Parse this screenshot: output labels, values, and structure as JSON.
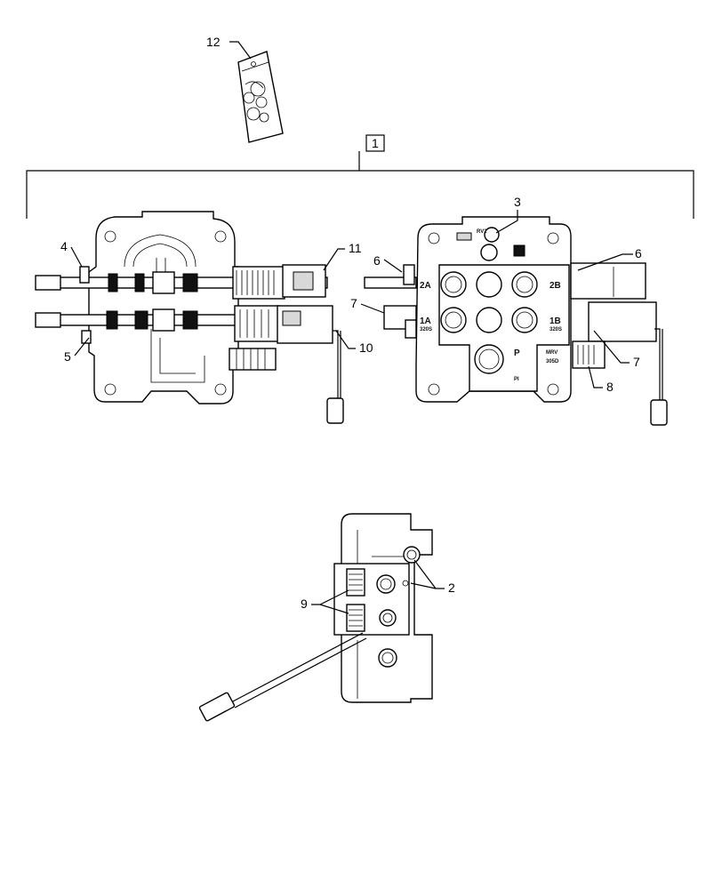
{
  "diagram": {
    "callouts": {
      "c1": "1",
      "c2": "2",
      "c3": "3",
      "c4": "4",
      "c5": "5",
      "c6a": "6",
      "c6b": "6",
      "c7a": "7",
      "c7b": "7",
      "c8": "8",
      "c9": "9",
      "c10": "10",
      "c11": "11",
      "c12": "12"
    },
    "port_labels": {
      "p2a": "2A",
      "p2b": "2B",
      "p1a": "1A",
      "p1b": "1B",
      "p": "P",
      "pi": "PI",
      "rv2": "RV2",
      "p1a_val": "320S",
      "p1b_val": "320S",
      "mrv": "MRV",
      "mrv_val": "305D"
    }
  }
}
